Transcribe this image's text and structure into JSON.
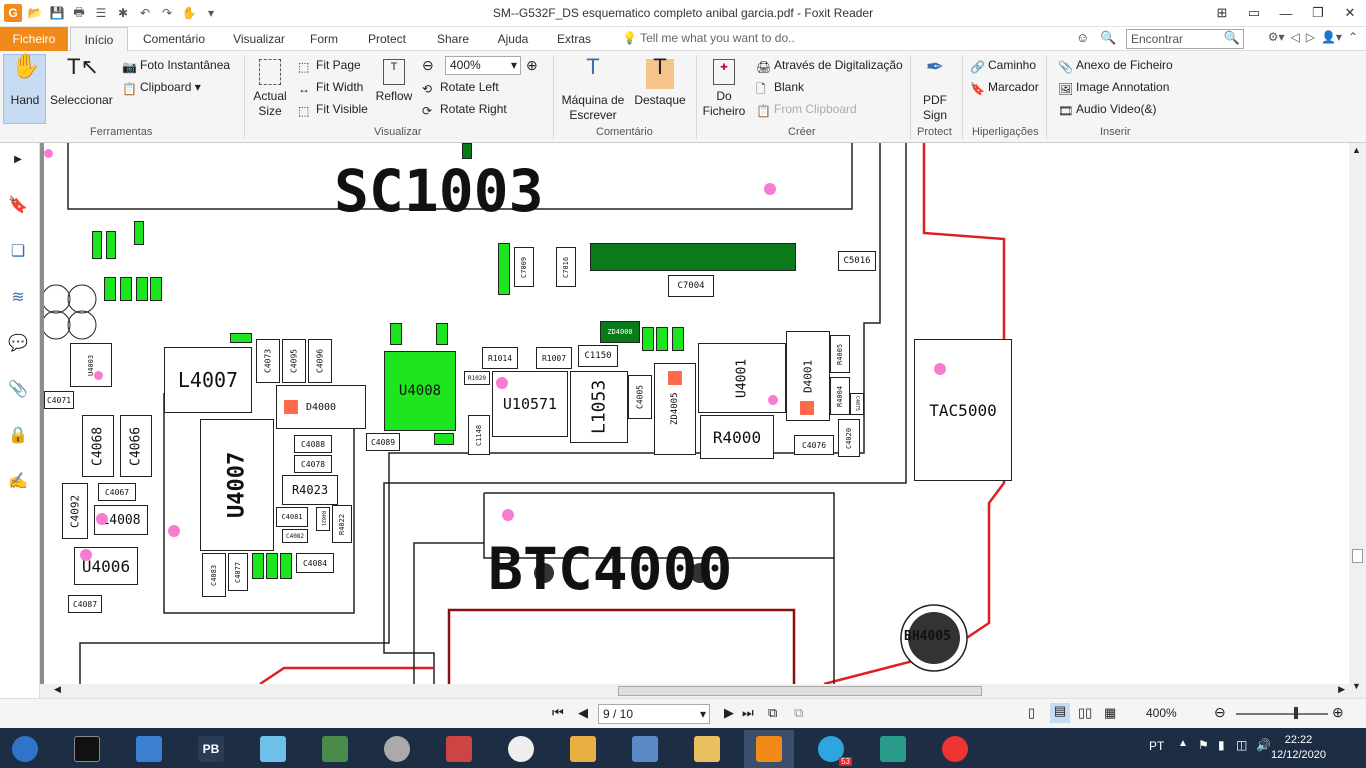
{
  "window": {
    "title": "SM--G532F_DS esquematico completo anibal garcia.pdf - Foxit Reader"
  },
  "menu": {
    "tabs": [
      "Ficheiro",
      "Início",
      "Comentário",
      "Visualizar",
      "Form",
      "Protect",
      "Share",
      "Ajuda",
      "Extras"
    ],
    "tell_me": "Tell me what you want to do..",
    "search_placeholder": "Encontrar"
  },
  "ribbon": {
    "hand": "Hand",
    "select": "Seleccionar",
    "snapshot": "Foto Instantânea",
    "clipboard": "Clipboard",
    "group_tools": "Ferramentas",
    "actual_size": "Actual Size",
    "fit_page": "Fit Page",
    "fit_width": "Fit Width",
    "fit_visible": "Fit Visible",
    "reflow": "Reflow",
    "zoom_value": "400%",
    "rotate_left": "Rotate Left",
    "rotate_right": "Rotate Right",
    "group_view": "Visualizar",
    "typewriter": "Máquina de Escrever",
    "highlight": "Destaque",
    "group_comment": "Comentário",
    "from_file": "Do Ficheiro",
    "from_scanner": "Através de Digitalização",
    "blank": "Blank",
    "from_clipboard": "From Clipboard",
    "group_create": "Créer",
    "pdf_sign": "PDF Sign",
    "group_protect": "Protect",
    "path": "Caminho",
    "bookmark": "Marcador",
    "group_links": "Hiperligações",
    "file_attach": "Anexo de Ficheiro",
    "image_annot": "Image Annotation",
    "audio_video": "Audio  Video(&)",
    "group_insert": "Inserir"
  },
  "status": {
    "page": "9 / 10",
    "zoom": "400%"
  },
  "taskbar": {
    "lang": "PT",
    "time": "22:22",
    "date": "12/12/2020",
    "pb_label": "PB",
    "badge": "53"
  },
  "schematic": {
    "big_labels": [
      "SC1003",
      "BTC4000",
      "U4008",
      "U4007",
      "L4007",
      "L1053",
      "U10571",
      "R4000",
      "TAC5000",
      "U4006",
      "L4008",
      "C4068",
      "C4066",
      "C4092",
      "D4000",
      "R4023",
      "U4001",
      "D4001",
      "C5016",
      "C7004",
      "C1150",
      "R1014",
      "R1007",
      "ZD4005",
      "C4005",
      "BH4005",
      "C1148",
      "C4089",
      "C4088",
      "C4078",
      "C4076",
      "C4020",
      "C4084",
      "C4083",
      "C4077",
      "C4087",
      "C4067",
      "C4071",
      "C4073",
      "C4095",
      "C4096",
      "U4003",
      "R4005",
      "R4004",
      "C4081",
      "C4082",
      "R4022",
      "C7009",
      "C7016",
      "R1020",
      "R4021",
      "C4075",
      "ZD4000"
    ],
    "colors": {
      "green": "#1ee61e",
      "dark_green": "#0a7a1a",
      "pink": "#f77bd0",
      "orange": "#ff6a4a",
      "red_trace": "#e02020"
    }
  }
}
